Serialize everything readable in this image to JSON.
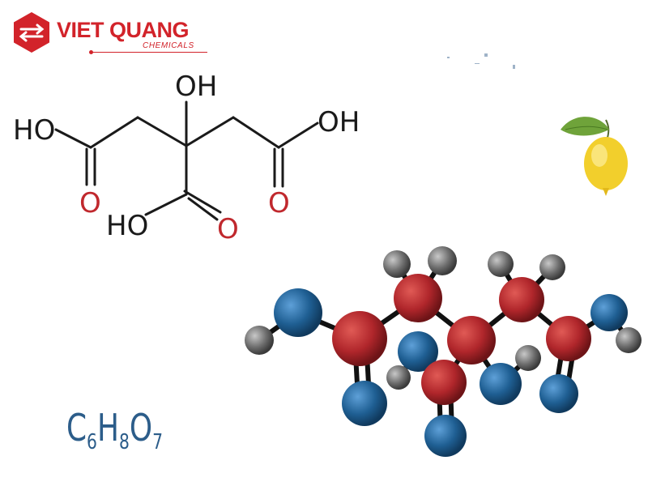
{
  "brand": {
    "name": "VIET QUANG",
    "sub": "CHEMICALS",
    "color": "#d2232a"
  },
  "structure": {
    "labels": [
      "HO",
      "OH",
      "OH",
      "O",
      "O",
      "HO",
      "O"
    ],
    "bond_color": "#1a1a1a",
    "oxygen_color": "#c0282d"
  },
  "formula": {
    "elements": [
      "C",
      "H",
      "O"
    ],
    "counts": [
      "6",
      "8",
      "7"
    ],
    "color": "#2c5d8a"
  },
  "decorations": {
    "lemon": "lemon-icon",
    "molecule": "ball-and-stick-molecule"
  },
  "molecule_colors": {
    "carbon": "#b0262b",
    "oxygen": "#1f5f93",
    "hydrogen": "#6e6e6e"
  }
}
